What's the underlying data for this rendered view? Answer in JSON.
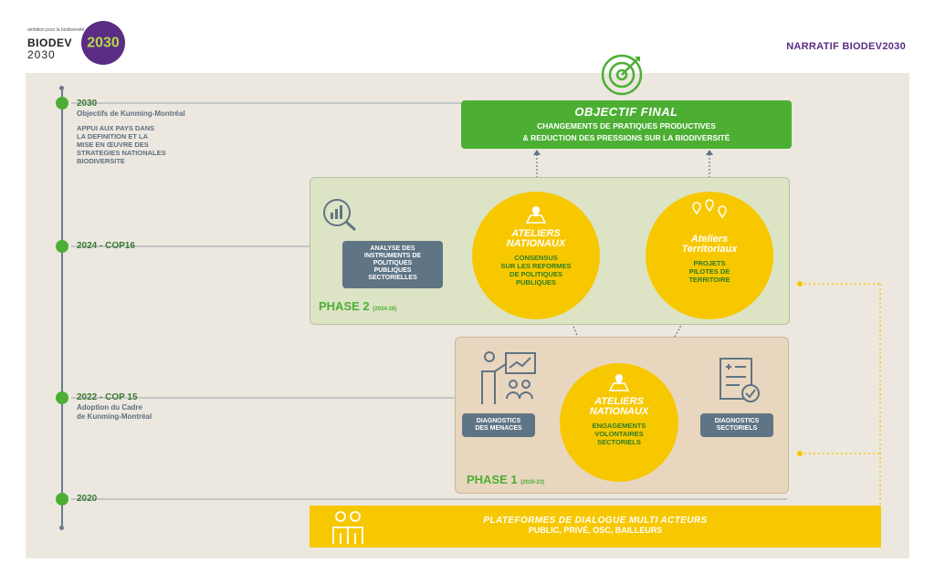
{
  "header": {
    "logo_tagline": "ambition pour la biodiversité",
    "logo_name": "BIODEV",
    "logo_year": "2030",
    "logo_mark": "2030",
    "title": "NARRATIF BIODEV2030"
  },
  "timeline": [
    {
      "title": "2030",
      "subtitle": "Objectifs de Kunming-Montréal",
      "body": [
        "APPUI AUX PAYS DANS",
        "LA DEFINITION ET LA",
        "MISE EN ŒUVRE DES",
        "STRATEGIES NATIONALES",
        "BIODIVERSITE"
      ]
    },
    {
      "title": "2024  -  COP16"
    },
    {
      "title": "2022 - COP 15",
      "subtitle_lines": [
        "Adoption du Cadre",
        "de Kunming-Montréal"
      ]
    },
    {
      "title": "2020"
    }
  ],
  "objective": {
    "title": "OBJECTIF FINAL",
    "lines": [
      "CHANGEMENTS DE PRATIQUES PRODUCTIVES",
      "& REDUCTION DES PRESSIONS SUR LA BIODIVERSITÉ"
    ],
    "icon": "target-icon"
  },
  "phase2": {
    "label": "PHASE 2",
    "dates": "(2024-26)",
    "analysis_box": [
      "ANALYSE DES",
      "INSTRUMENTS DE",
      "POLITIQUES",
      "PUBLIQUES",
      "SECTORIELLES"
    ],
    "circle_national": {
      "title": [
        "ATELIERS",
        "NATIONAUX"
      ],
      "text": [
        "CONSENSUS",
        "SUR LES REFORMES",
        "DE POLITIQUES",
        "PUBLIQUES"
      ]
    },
    "circle_territorial": {
      "title": [
        "Ateliers",
        "Territoriaux"
      ],
      "text": [
        "PROJETS",
        "PILOTES DE",
        "TERRITOIRE"
      ]
    }
  },
  "phase1": {
    "label": "PHASE 1",
    "dates": "(2020-23)",
    "left_box": [
      "DIAGNOSTICS",
      "DES MENACES"
    ],
    "right_box": [
      "DIAGNOSTICS",
      "SECTORIELS"
    ],
    "circle": {
      "title": [
        "ATELIERS",
        "NATIONAUX"
      ],
      "text": [
        "ENGAGEMENTS",
        "VOLONTAIRES",
        "SECTORIELS"
      ]
    }
  },
  "platform": {
    "title": "PLATEFORMES DE DIALOGUE MULTI ACTEURS",
    "subtitle": "PUBLIC, PRIVÉ, OSC, BAILLEURS"
  },
  "colors": {
    "green": "#4caf34",
    "yellow": "#f7c800",
    "slate": "#5f7484",
    "purple": "#5b2c83",
    "beige": "#ece8e0"
  }
}
